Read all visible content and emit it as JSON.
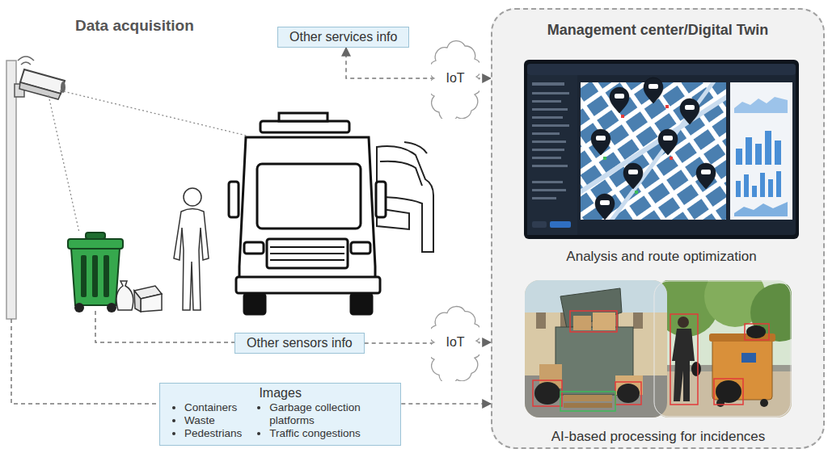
{
  "diagram": {
    "nodes": [
      {
        "text": [
          "Management center/Digital Twin"
        ]
      },
      {
        "text": [
          "Other services info"
        ]
      },
      {
        "text": [
          "IoT"
        ]
      },
      {
        "text": [
          "Other sensors info"
        ]
      },
      {
        "text": [
          "IoT"
        ]
      },
      {
        "text": [
          "Images",
          "Containers",
          "Waste",
          "Pedestrians",
          "Garbage collection platforms",
          "Traffic congestions"
        ]
      },
      {
        "text": [
          "Analysis and route optimization"
        ],
        "in": 0
      },
      {
        "text": [
          "AI-based processing for incidences"
        ],
        "in": 0
      }
    ],
    "edges": [
      {
        "from": 2,
        "to": 1,
        "arrow": "to"
      },
      {
        "from": 2,
        "to": 0,
        "arrow": "to"
      },
      {
        "from": 3,
        "to": 4,
        "arrow": "none"
      },
      {
        "from": 4,
        "to": 0,
        "arrow": "to"
      },
      {
        "from": 5,
        "to": 0,
        "arrow": "to"
      }
    ],
    "labels": [
      "Data acquisition"
    ]
  }
}
